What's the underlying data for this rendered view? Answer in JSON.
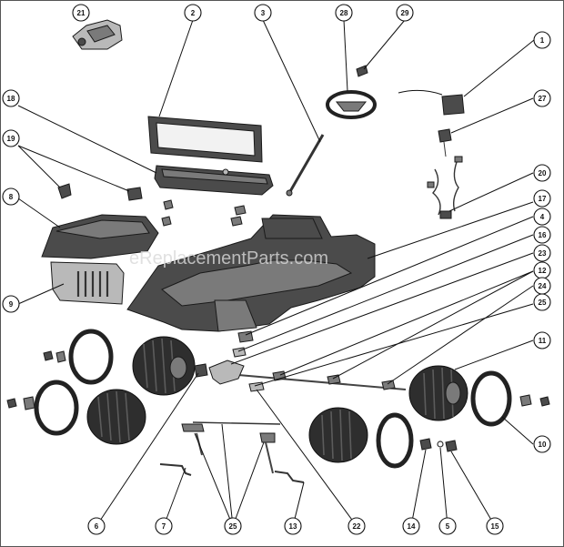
{
  "watermark": "eReplacementParts.com",
  "callouts": [
    "21",
    "2",
    "3",
    "28",
    "29",
    "1",
    "18",
    "27",
    "19",
    "20",
    "8",
    "17",
    "4",
    "16",
    "23",
    "12",
    "24",
    "25",
    "9",
    "11",
    "10",
    "6",
    "7",
    "25",
    "13",
    "22",
    "14",
    "5",
    "15"
  ]
}
